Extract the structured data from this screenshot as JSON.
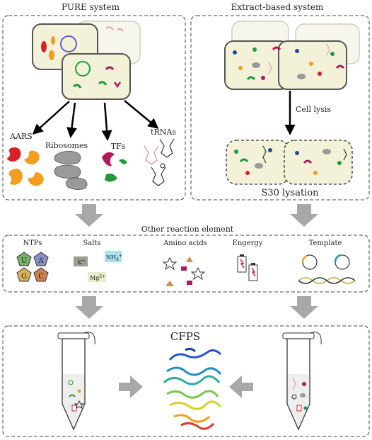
{
  "titles": {
    "pure": "PURE  system",
    "extract": "Extract-based system"
  },
  "pure_components": {
    "aars": "AARS",
    "ribosomes": "Ribosomes",
    "tfs": "TFs",
    "trnas": "tRNAs"
  },
  "extract_labels": {
    "cell_lysis": "Cell lysis",
    "s30": "S30 lysation"
  },
  "other": {
    "title": "Other reaction element",
    "ntps": {
      "label": "NTPs",
      "bases": [
        "U",
        "A",
        "G",
        "C"
      ]
    },
    "salts": {
      "label": "Salts",
      "k": "K",
      "k_sup": "+",
      "nh": "NH",
      "nh_sub": "4",
      "nh_sup": "+",
      "mg": "Mg",
      "mg_sup": "2+"
    },
    "amino_acids": "Amino acids",
    "energy": "Engergy",
    "template": "Template"
  },
  "cfps": "CFPS",
  "colors": {
    "cell_fill": "#f3f2d8",
    "red": "#d8202a",
    "orange": "#f39c1e",
    "green": "#1f9b3a",
    "magenta": "#b0195c",
    "gray": "#9a9a9a",
    "arrow_gray": "#a8a8a8",
    "pentagon_blue": "#8a8fc4",
    "pentagon_green": "#7ab06a",
    "pentagon_gold": "#d9b257",
    "pentagon_brown": "#d08050"
  }
}
